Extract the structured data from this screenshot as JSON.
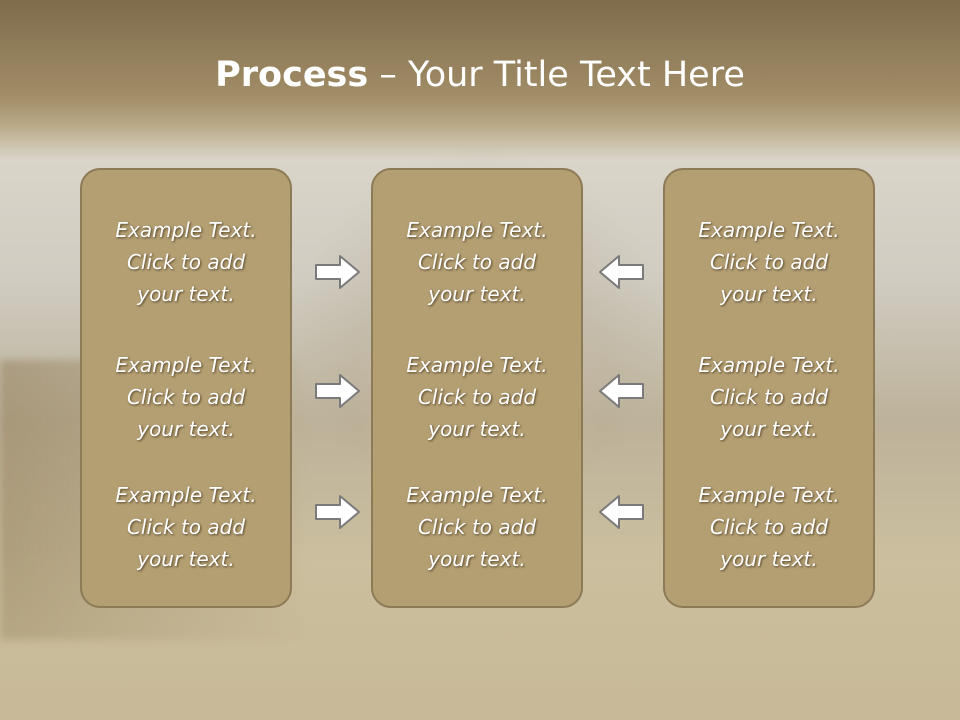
{
  "slide": {
    "title_bold": "Process",
    "title_rest": " – Your Title Text Here"
  },
  "columns": [
    {
      "blocks": [
        {
          "line1": "Example Text.",
          "line2": "Click  to add",
          "line3": "your text."
        },
        {
          "line1": "Example Text.",
          "line2": "Click  to add",
          "line3": "your text."
        },
        {
          "line1": "Example Text.",
          "line2": "Click  to add",
          "line3": "your text."
        }
      ]
    },
    {
      "blocks": [
        {
          "line1": "Example Text.",
          "line2": "Click  to add",
          "line3": "your text."
        },
        {
          "line1": "Example Text.",
          "line2": "Click  to add",
          "line3": "your text."
        },
        {
          "line1": "Example Text.",
          "line2": "Click  to add",
          "line3": "your text."
        }
      ]
    },
    {
      "blocks": [
        {
          "line1": "Example Text.",
          "line2": "Click  to add",
          "line3": "your text."
        },
        {
          "line1": "Example Text.",
          "line2": "Click  to add",
          "line3": "your text."
        },
        {
          "line1": "Example Text.",
          "line2": "Click  to add",
          "line3": "your text."
        }
      ]
    }
  ],
  "icons": {
    "left_arrows": "arrow-right-icon",
    "right_arrows": "arrow-left-icon"
  },
  "colors": {
    "title_band": "#8d7a57",
    "box_fill": "#b49f73",
    "box_border": "#8d7a57",
    "text": "#ffffff"
  }
}
